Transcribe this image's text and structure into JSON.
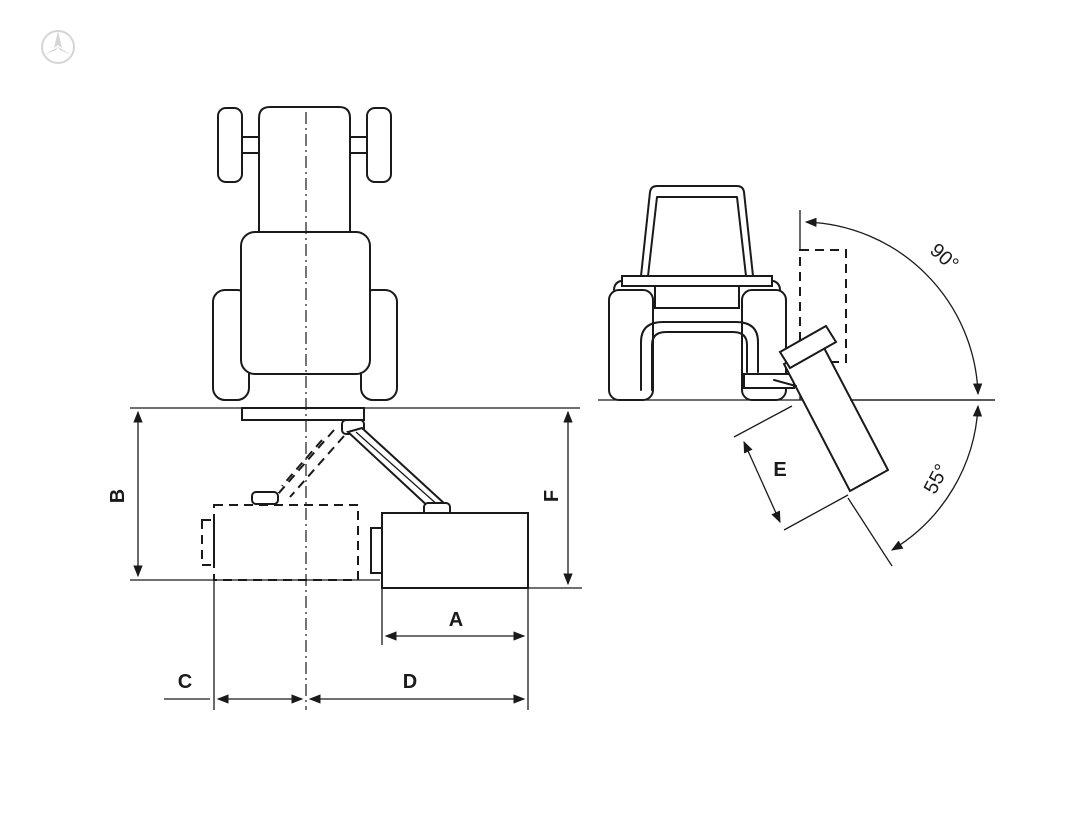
{
  "labels": {
    "A": "A",
    "B": "B",
    "C": "C",
    "D": "D",
    "E": "E",
    "F": "F",
    "angle_tilt_up": "90°",
    "angle_tilt_down": "55°"
  },
  "icons": {
    "watermark": "mercedes-star-icon"
  }
}
